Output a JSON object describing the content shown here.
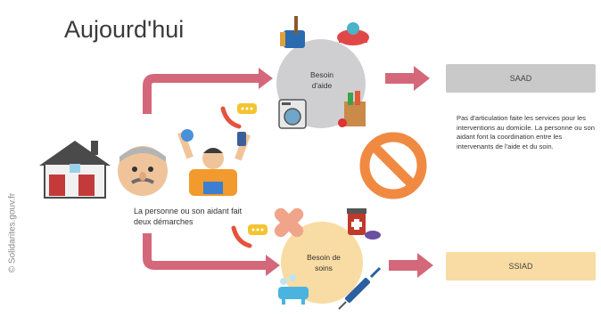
{
  "title": "Aujourd'hui",
  "credit": "© Solidarites.gouv.fr",
  "person_caption": "La personne ou son aidant fait deux démarches",
  "need_help": {
    "label": "Besoin d'aide"
  },
  "need_care": {
    "label": "Besoin de soins"
  },
  "saad": {
    "label": "SAAD"
  },
  "ssiad": {
    "label": "SSIAD"
  },
  "articulation_text": "Pas d'articulation faite les services pour les interventions au domicile. La personne ou son aidant font la coordination entre les intervenants de l'aide et du soin.",
  "colors": {
    "arrow": "#d4687a",
    "need_help": "#cfcfd2",
    "need_care": "#f9dca3",
    "forbidden": "#f08a43",
    "saad": "#c9c9c9",
    "ssiad": "#f9dca3"
  }
}
